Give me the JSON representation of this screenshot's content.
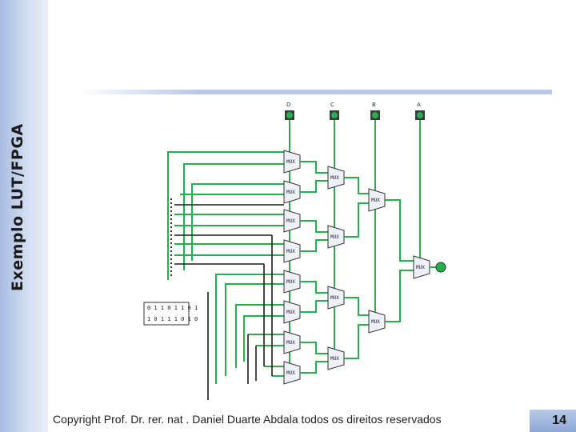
{
  "slide": {
    "title": "Exemplo LUT/FPGA",
    "footer": "Copyright  Prof. Dr. rer. nat . Daniel Duarte Abdala todos os direitos reservados",
    "page_number": "14"
  },
  "diagram": {
    "inputs": [
      "D",
      "C",
      "B",
      "A"
    ],
    "mux_label": "MUX",
    "lut_bits_row1": "0 1 1 0 1 1 0 1",
    "lut_bits_row2": "1 0 1 1 1 0 1 0"
  },
  "colors": {
    "wire": "#22b14c",
    "wire_dark": "#1c1c1c",
    "mux_fill": "#eef0f8",
    "accent": "#8ea8d6"
  }
}
